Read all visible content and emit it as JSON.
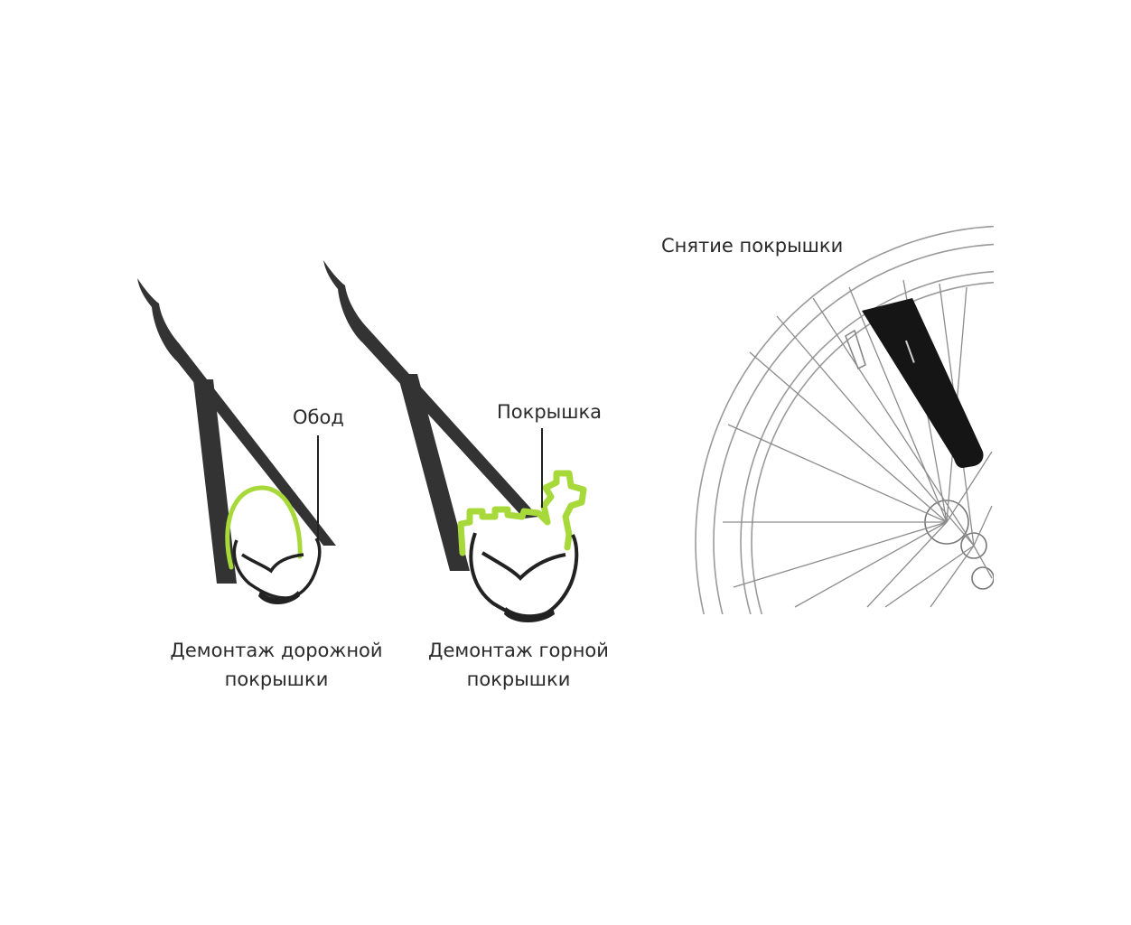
{
  "labels": {
    "rim": "Обод",
    "tire": "Покрышка",
    "tire_removal": "Снятие покрышки"
  },
  "captions": {
    "road": {
      "line1": "Демонтаж дорожной",
      "line2": "покрышки"
    },
    "mtb": {
      "line1": "Демонтаж горной",
      "line2": "покрышки"
    }
  },
  "colors": {
    "lever": "#333333",
    "tire_highlight": "#a8d93a",
    "wheel_lines": "#9a9a9a",
    "text": "#2a2a2a"
  }
}
